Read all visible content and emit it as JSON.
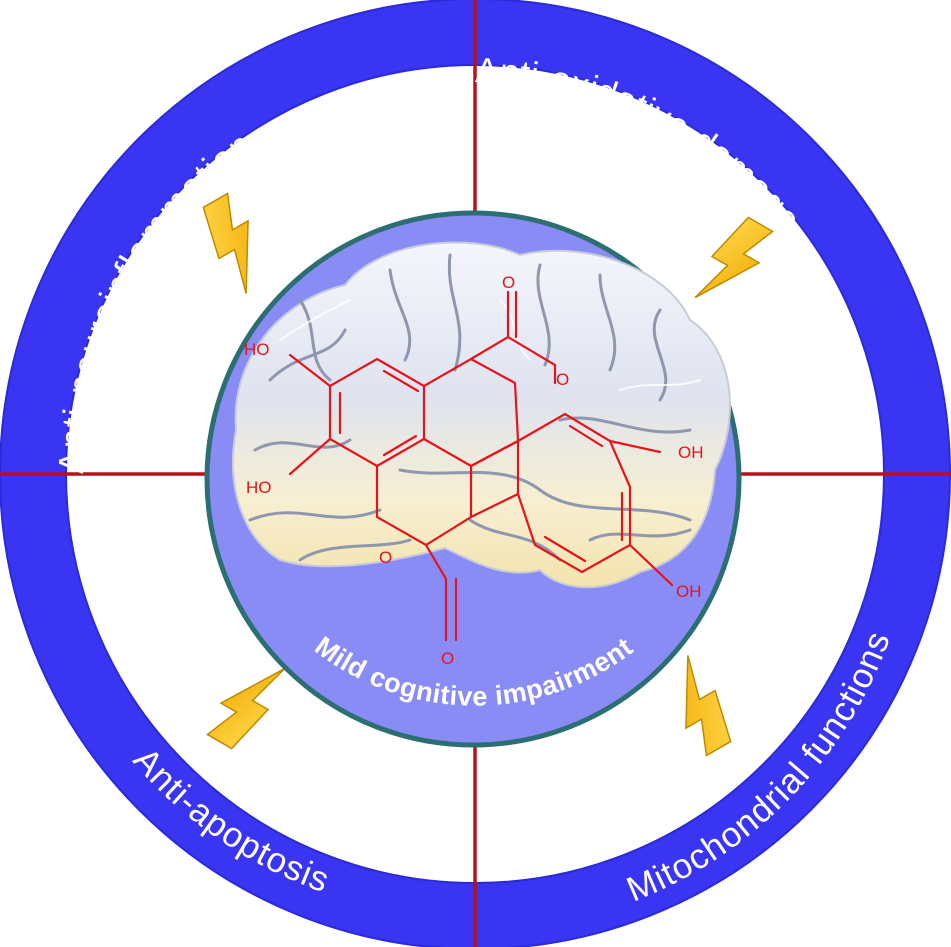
{
  "ring": {
    "top_left_label": "Anti-neuroinflammation",
    "top_right_label": "Anti-oxidative damage",
    "bottom_left_label": "Anti-apoptosis",
    "bottom_right_label": "Mitochondrial functions"
  },
  "center": {
    "label": "Mild cognitive impairment"
  },
  "molecule": {
    "oxygen_top": "O",
    "ring_oxygen_right": "O",
    "ring_oxygen_left": "O",
    "oxygen_bottom": "O",
    "hydroxyl_upper_left": "HO",
    "hydroxyl_lower_left": "HO",
    "hydroxyl_upper_right": "OH",
    "hydroxyl_lower_right": "OH"
  },
  "colors": {
    "ring_blue": "#3a35f2",
    "divider_red": "#b5121b",
    "circle_fill": "#8a8cf6",
    "circle_border": "#2c6f73",
    "molecule_red": "#e8121b",
    "bolt_yellow": "#fdc614"
  },
  "icons": [
    "lightning-bolt-icon",
    "brain-illustration"
  ]
}
